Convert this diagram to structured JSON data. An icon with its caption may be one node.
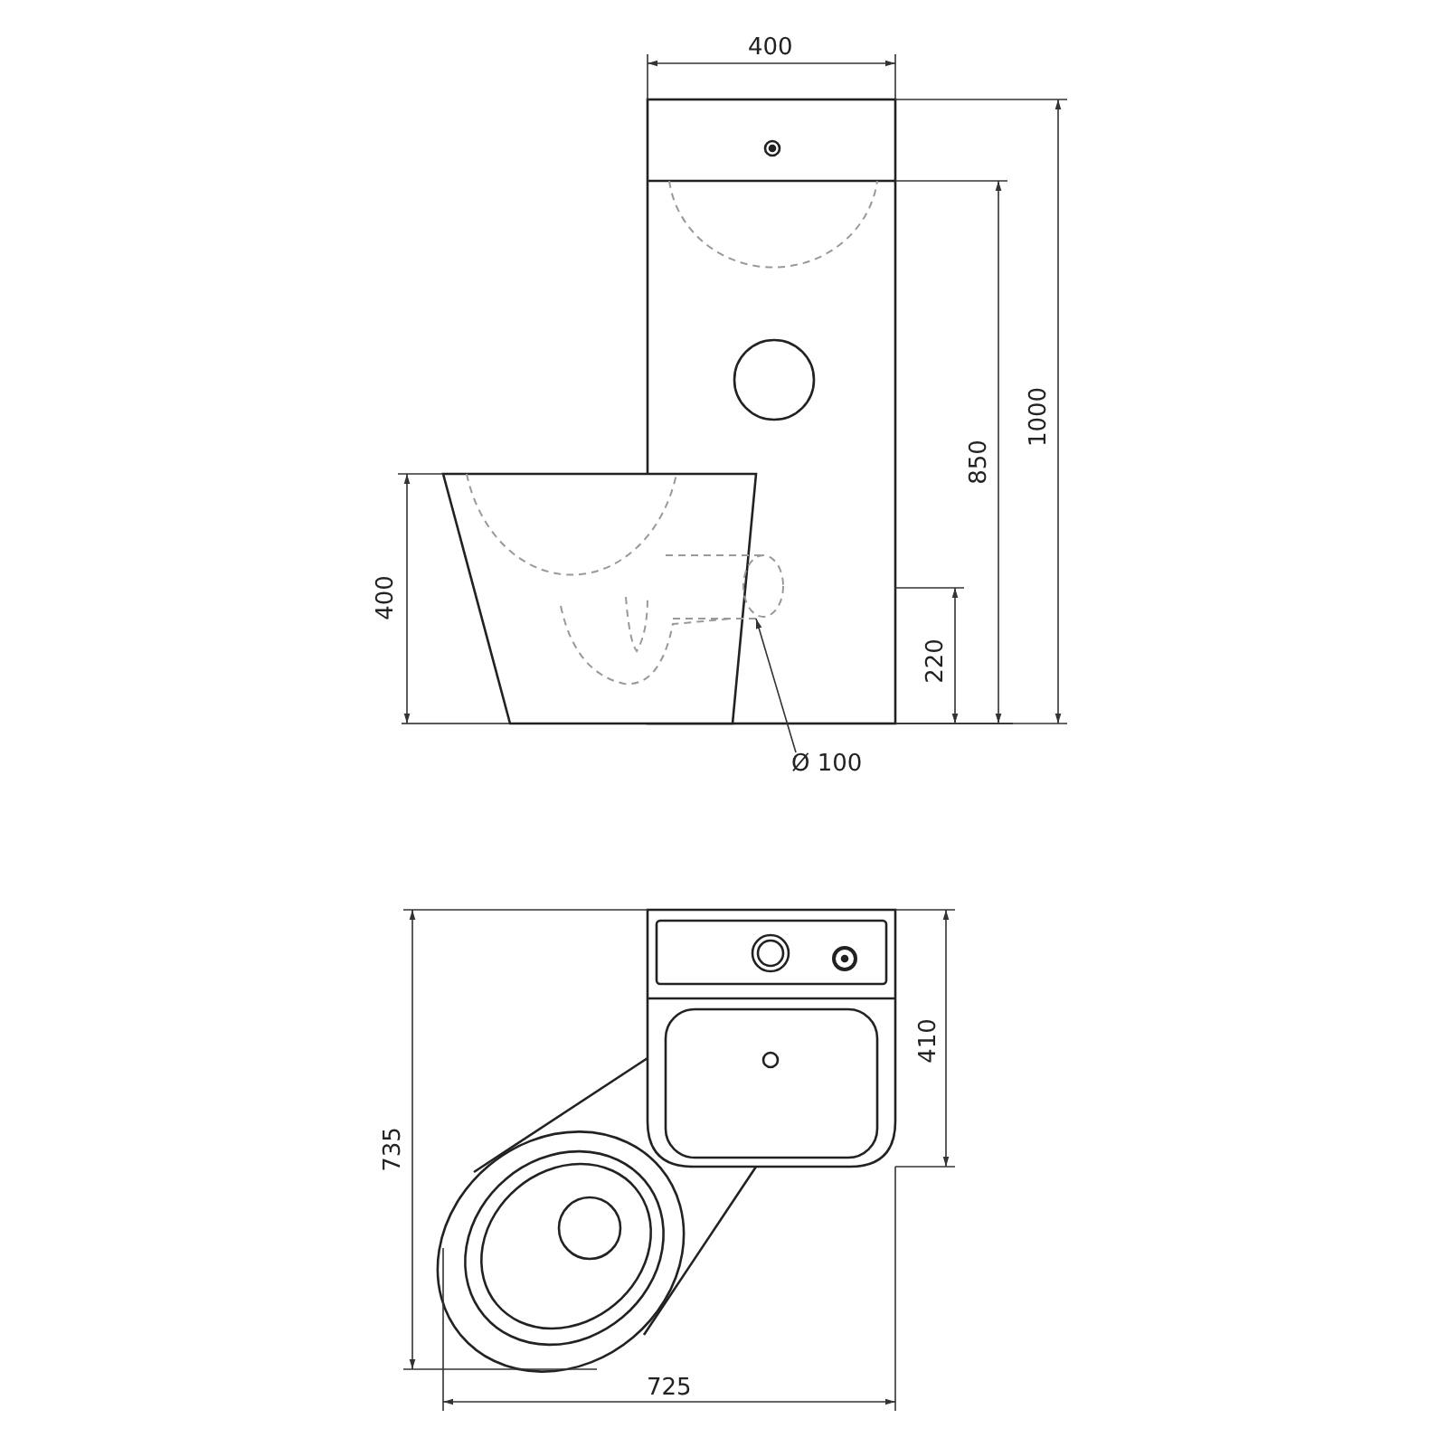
{
  "diagram": {
    "nodes": [
      {
        "text": [
          "Ø 100"
        ]
      },
      {
        "text": [],
        "shape": "cylinder"
      }
    ],
    "edges": [
      {
        "from": 0,
        "to": 1,
        "arrow": "to"
      }
    ],
    "labels": [
      "400",
      "1000",
      "850",
      "400",
      "220",
      "410",
      "735",
      "725"
    ]
  }
}
